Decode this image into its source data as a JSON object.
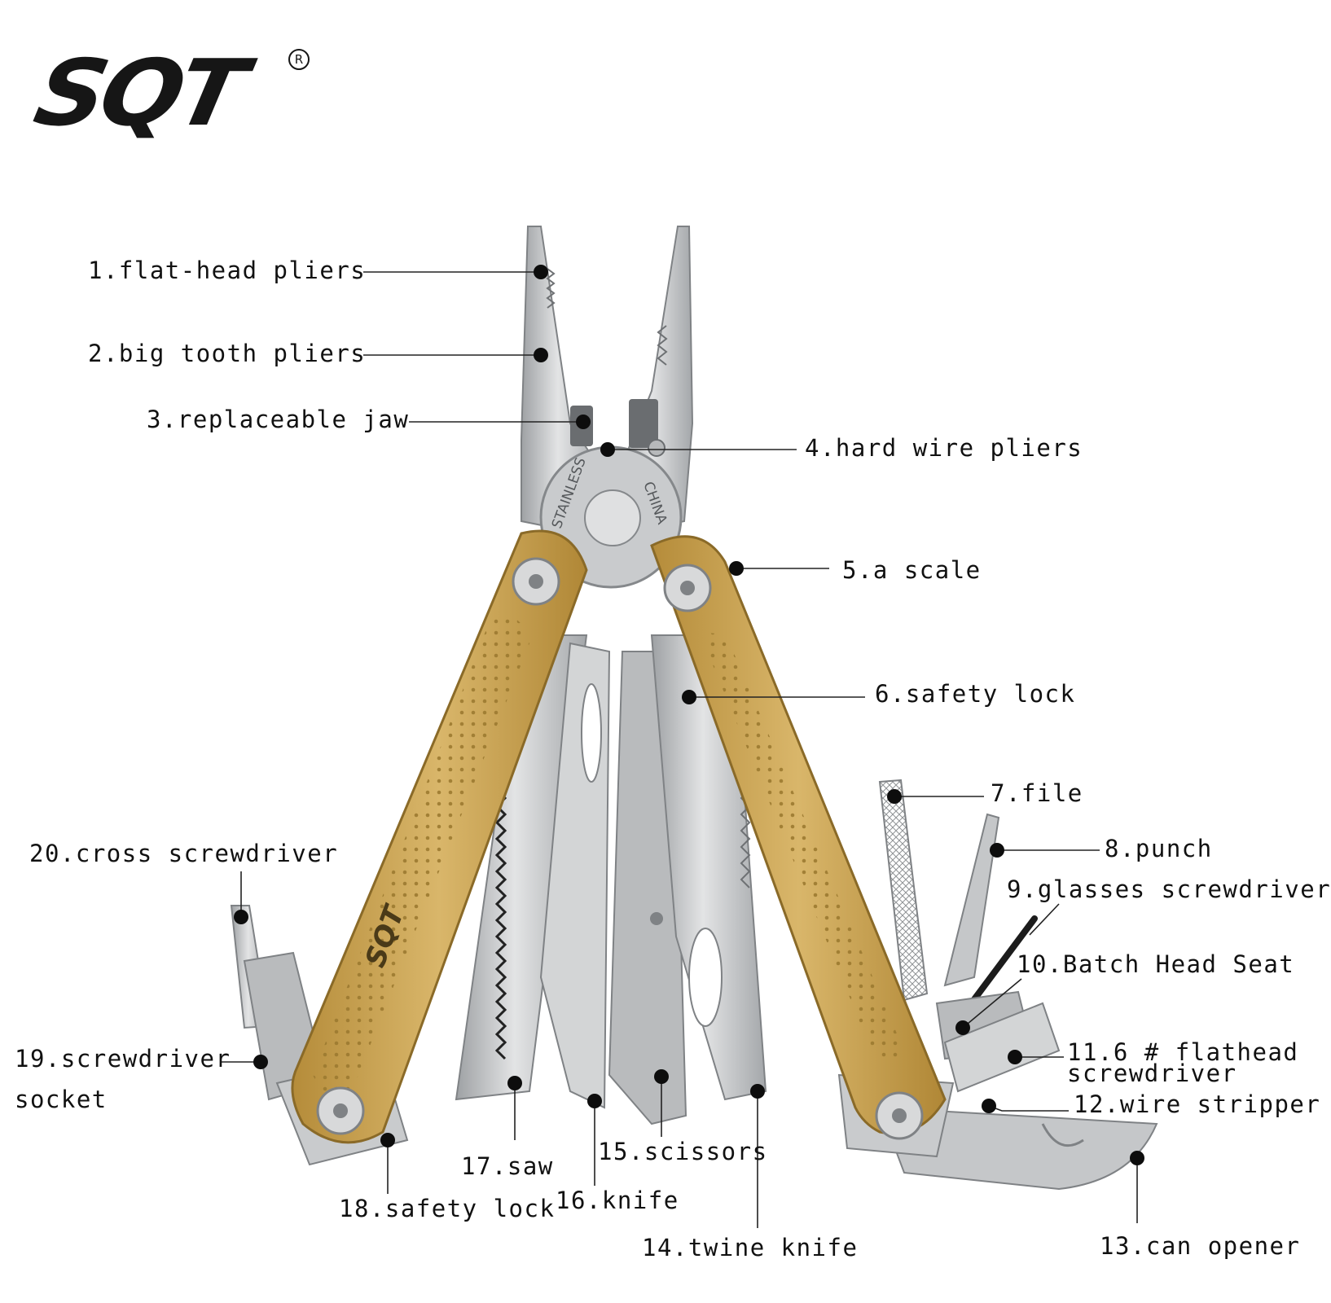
{
  "brand": {
    "name": "SQT",
    "registered_mark": "R"
  },
  "labels": [
    {
      "id": "flat-head-pliers",
      "text": "1.flat-head pliers"
    },
    {
      "id": "big-tooth-pliers",
      "text": "2.big tooth pliers"
    },
    {
      "id": "replaceable-jaw",
      "text": "3.replaceable jaw"
    },
    {
      "id": "hard-wire-pliers",
      "text": "4.hard wire pliers"
    },
    {
      "id": "a-scale",
      "text": "5.a scale"
    },
    {
      "id": "safety-lock-6",
      "text": "6.safety lock"
    },
    {
      "id": "file",
      "text": "7.file"
    },
    {
      "id": "punch",
      "text": "8.punch"
    },
    {
      "id": "glasses-screwdriver",
      "text": "9.glasses screwdriver"
    },
    {
      "id": "batch-head-seat",
      "text": "10.Batch Head Seat"
    },
    {
      "id": "flathead-screwdriver",
      "text": "11.6 # flathead"
    },
    {
      "id": "flathead-screwdriver-2",
      "text": "screwdriver"
    },
    {
      "id": "wire-stripper",
      "text": "12.wire stripper"
    },
    {
      "id": "can-opener",
      "text": "13.can opener"
    },
    {
      "id": "twine-knife",
      "text": "14.twine knife"
    },
    {
      "id": "scissors",
      "text": "15.scissors"
    },
    {
      "id": "knife",
      "text": "16.knife"
    },
    {
      "id": "saw",
      "text": "17.saw"
    },
    {
      "id": "safety-lock-18",
      "text": "18.safety lock"
    },
    {
      "id": "screwdriver-socket",
      "text": "19.screwdriver"
    },
    {
      "id": "screwdriver-socket-2",
      "text": "socket"
    },
    {
      "id": "cross-screwdriver",
      "text": "20.cross screwdriver"
    }
  ],
  "pivot_text": {
    "left": "STAINLESS",
    "right": "CHINA"
  },
  "handle_logo": "SQT",
  "colors": {
    "handle_gold": "#c9a14e",
    "handle_dark": "#9c7a30",
    "steel": "#c4c6c8",
    "steel_dark": "#8f9295",
    "leader": "#222222"
  }
}
